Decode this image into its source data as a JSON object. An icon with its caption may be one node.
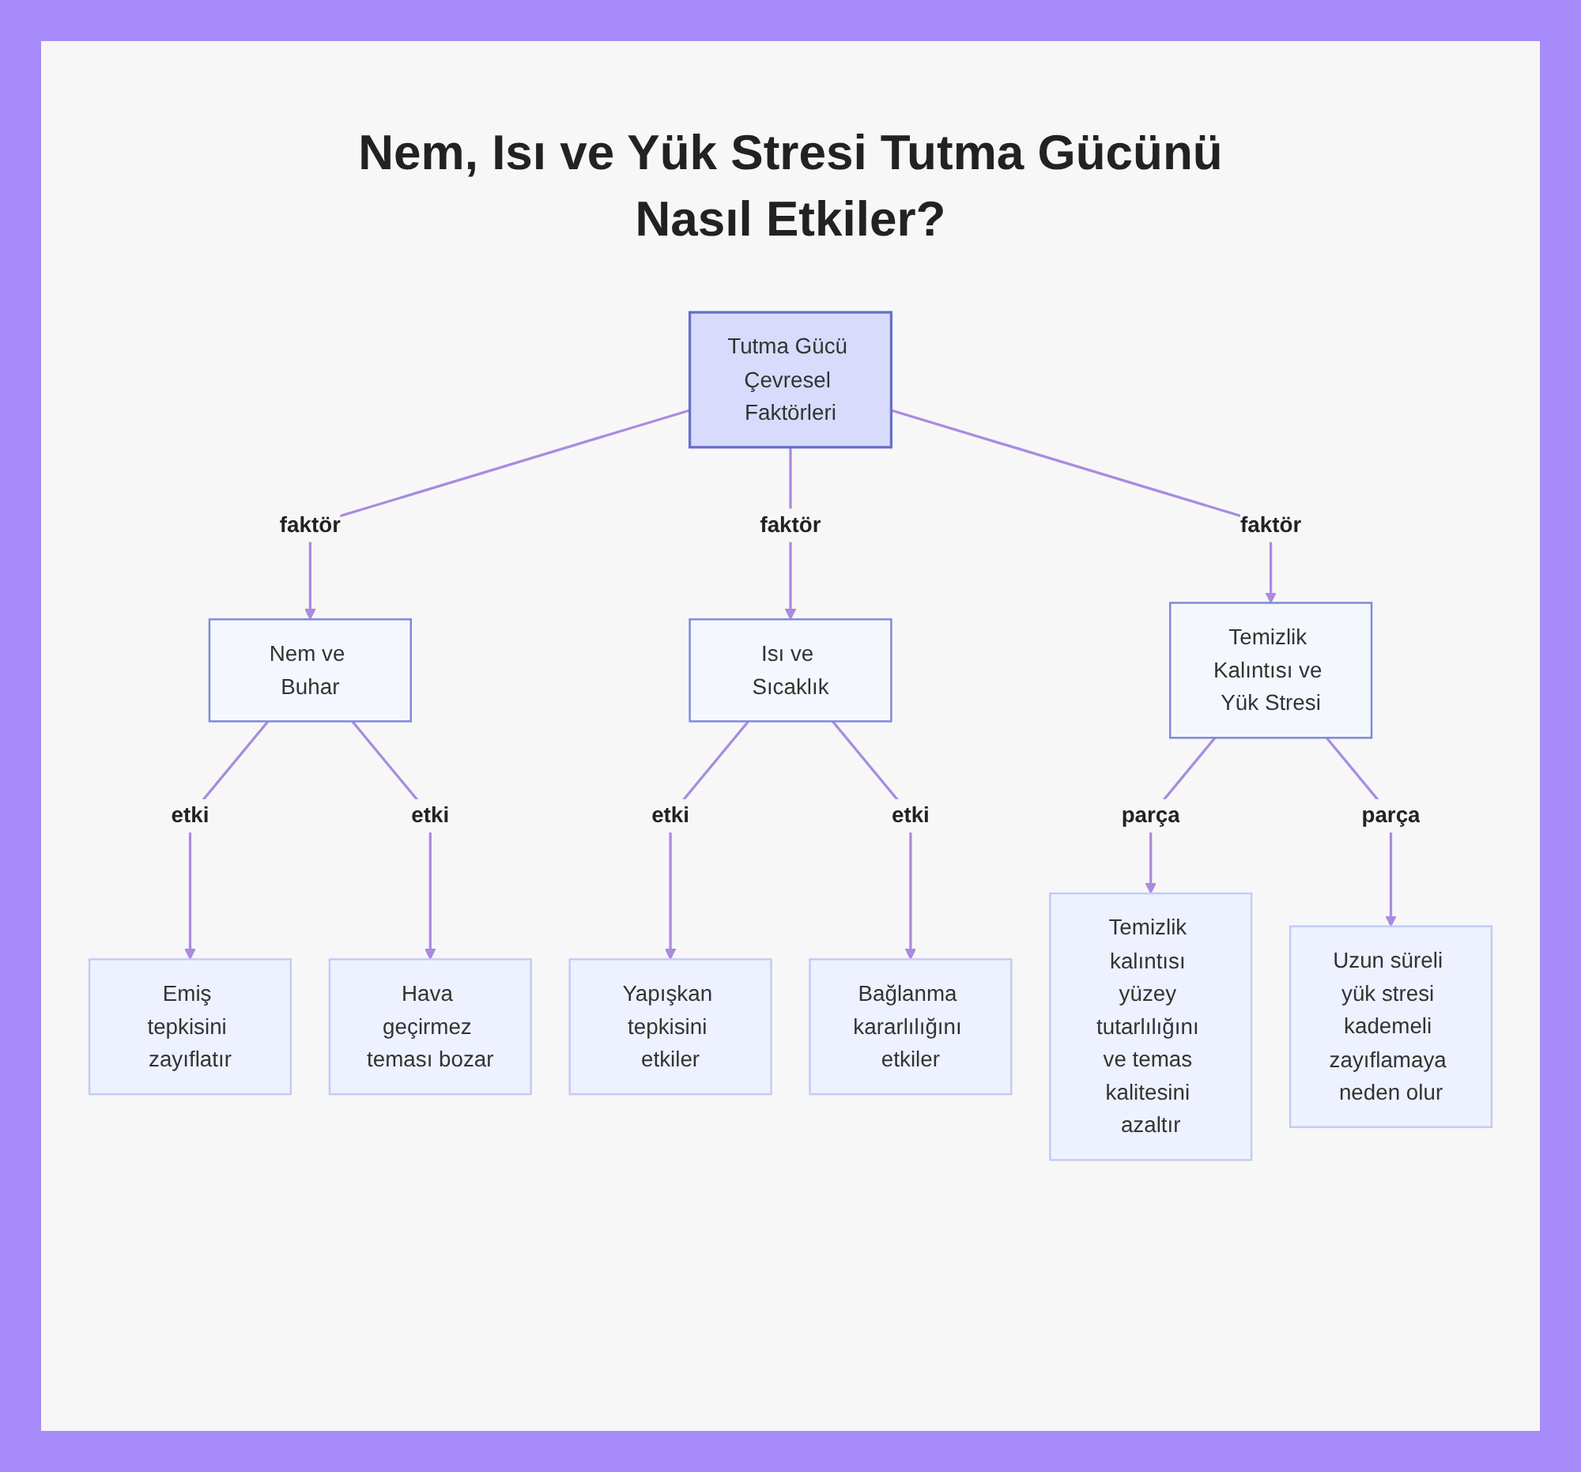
{
  "diagram": {
    "title": "Nem, Isı ve Yük Stresi Tutma Gücünü Nasıl Etkiler?",
    "nodes": [
      {
        "text": [
          "Tutma Gücü Çevresel Faktörleri"
        ]
      },
      {
        "text": [
          "Nem ve Buhar"
        ]
      },
      {
        "text": [
          "Isı ve Sıcaklık"
        ]
      },
      {
        "text": [
          "Temizlik Kalıntısı ve Yük Stresi"
        ]
      },
      {
        "text": [
          "Emiş tepkisini zayıflatır"
        ]
      },
      {
        "text": [
          "Hava geçirmez teması bozar"
        ]
      },
      {
        "text": [
          "Yapışkan tepkisini etkiler"
        ]
      },
      {
        "text": [
          "Bağlanma kararlılığını etkiler"
        ]
      },
      {
        "text": [
          "Temizlik kalıntısı yüzey tutarlılığını ve temas kalitesini azaltır"
        ]
      },
      {
        "text": [
          "Uzun süreli yük stresi kademeli zayıflamaya neden olur"
        ]
      }
    ],
    "edges": [
      {
        "from": 0,
        "to": 1,
        "arrow": "to",
        "label": "faktör"
      },
      {
        "from": 0,
        "to": 2,
        "arrow": "to",
        "label": "faktör"
      },
      {
        "from": 0,
        "to": 3,
        "arrow": "to",
        "label": "faktör"
      },
      {
        "from": 1,
        "to": 4,
        "arrow": "to",
        "label": "etki"
      },
      {
        "from": 1,
        "to": 5,
        "arrow": "to",
        "label": "etki"
      },
      {
        "from": 2,
        "to": 6,
        "arrow": "to",
        "label": "etki"
      },
      {
        "from": 2,
        "to": 7,
        "arrow": "to",
        "label": "etki"
      },
      {
        "from": 3,
        "to": 8,
        "arrow": "to",
        "label": "parça"
      },
      {
        "from": 3,
        "to": 9,
        "arrow": "to",
        "label": "parça"
      }
    ]
  }
}
